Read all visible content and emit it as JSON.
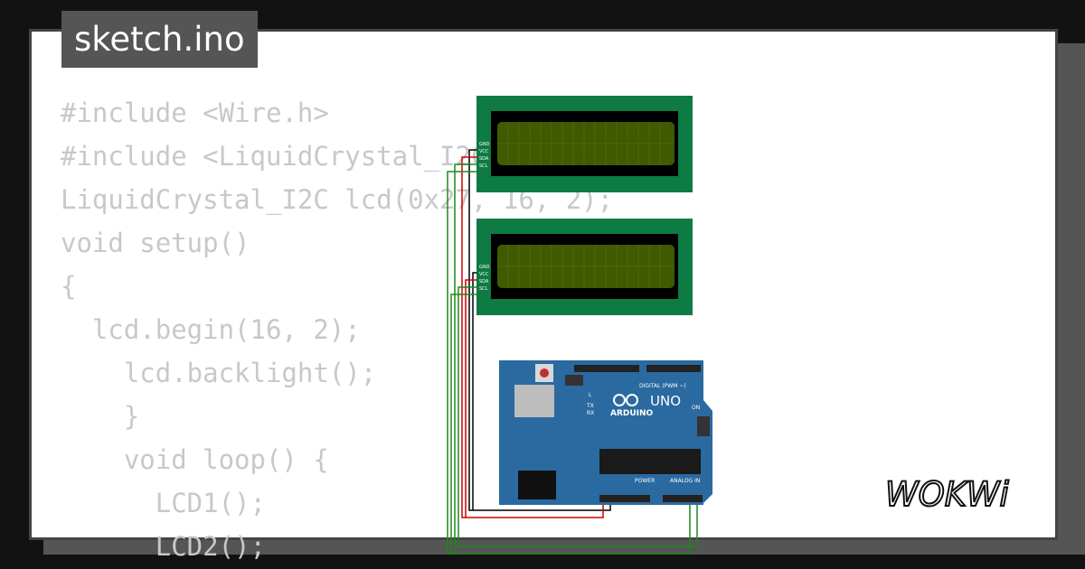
{
  "tab": {
    "filename": "sketch.ino"
  },
  "code_lines": [
    "#include <Wire.h>",
    "#include <LiquidCrystal_I2C.h>",
    "LiquidCrystal_I2C lcd(0x27, 16, 2);",
    "void setup()",
    "{",
    "  lcd.begin(16, 2);",
    "    lcd.backlight();",
    "    }",
    "    void loop() {",
    "      LCD1();",
    "      LCD2();"
  ],
  "lcd_pins": [
    "GND",
    "VCC",
    "SDA",
    "SCL"
  ],
  "arduino": {
    "model": "UNO",
    "brand": "ARDUINO",
    "digital_label": "DIGITAL (PWM ~)",
    "power_label": "POWER",
    "analog_label": "ANALOG IN",
    "on_label": "ON",
    "tx_label": "TX",
    "rx_label": "RX",
    "l_label": "L"
  },
  "logo": {
    "text": "WOKWi"
  },
  "colors": {
    "background": "#121212",
    "card": "#ffffff",
    "tab_bg": "#555555",
    "code_text": "#c8c8c8",
    "lcd_board": "#0e7a44",
    "lcd_screen": "#3f5a00",
    "arduino_blue": "#2a6aa0",
    "wire_black": "#000000",
    "wire_red": "#d00000",
    "wire_green": "#1a8a1a"
  }
}
